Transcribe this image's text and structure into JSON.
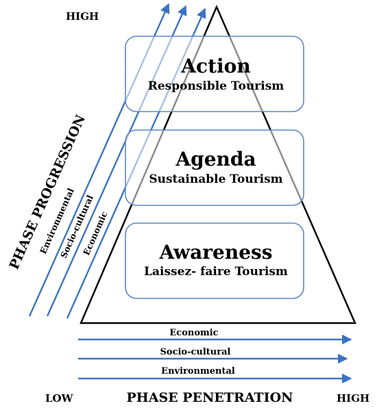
{
  "labels": {
    "high_top": "HIGH",
    "low_bottom": "LOW",
    "high_bottom": "HIGH",
    "phase_progression": "PHASE PROGRESSION",
    "phase_penetration": "PHASE PENETRATION"
  },
  "tiers": [
    {
      "title": "Action",
      "subtitle": "Responsible Tourism"
    },
    {
      "title": "Agenda",
      "subtitle": "Sustainable Tourism"
    },
    {
      "title": "Awareness",
      "subtitle": "Laissez- faire Tourism"
    }
  ],
  "progression_arrows": [
    "Environmental",
    "Socio-cultural",
    "Economic"
  ],
  "penetration_arrows": [
    "Economic",
    "Socio-cultural",
    "Environmental"
  ],
  "colors": {
    "arrow": "#3b73c2",
    "box_border": "#5b86c4",
    "text": "#000000"
  }
}
